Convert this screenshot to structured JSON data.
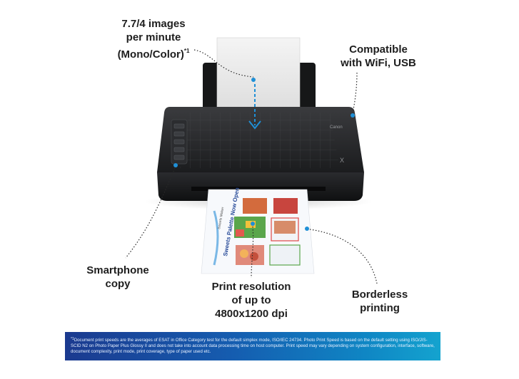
{
  "callouts": {
    "speed": {
      "line1": "7.7/4 images",
      "line2": "per minute",
      "line3": "(Mono/Color)",
      "superscript": "*1"
    },
    "connectivity": {
      "line1": "Compatible",
      "line2": "with WiFi, USB"
    },
    "smartphone": {
      "line1": "Smartphone",
      "line2": "copy"
    },
    "resolution": {
      "line1": "Print resolution",
      "line2": "of up to",
      "line3": "4800x1200 dpi"
    },
    "borderless": {
      "line1": "Borderless",
      "line2": "printing"
    }
  },
  "printer": {
    "brand_text": "Canon",
    "model_mark": "X"
  },
  "printout": {
    "headline": "Sweets Palette Now Open",
    "tagline": "Sweets Maker"
  },
  "footnote": {
    "marker": "*1",
    "text": "Document print speeds are the averages of ESAT in Office Category test for the default simplex mode, ISO/IEC 24734. Photo Print Speed is based on the default setting using ISO/JIS-SCID N2 on Photo Paper Plus Glossy II and does not take into account data processing time on host computer. Print speed may vary depending on system configuration, interface, software, document complexity, print mode, print coverage, type of paper used etc."
  },
  "colors": {
    "printer_body": "#1d1e20",
    "accent_dot": "#1f8fd6",
    "footnote_start": "#1b3a8f",
    "footnote_end": "#14a3cf"
  }
}
